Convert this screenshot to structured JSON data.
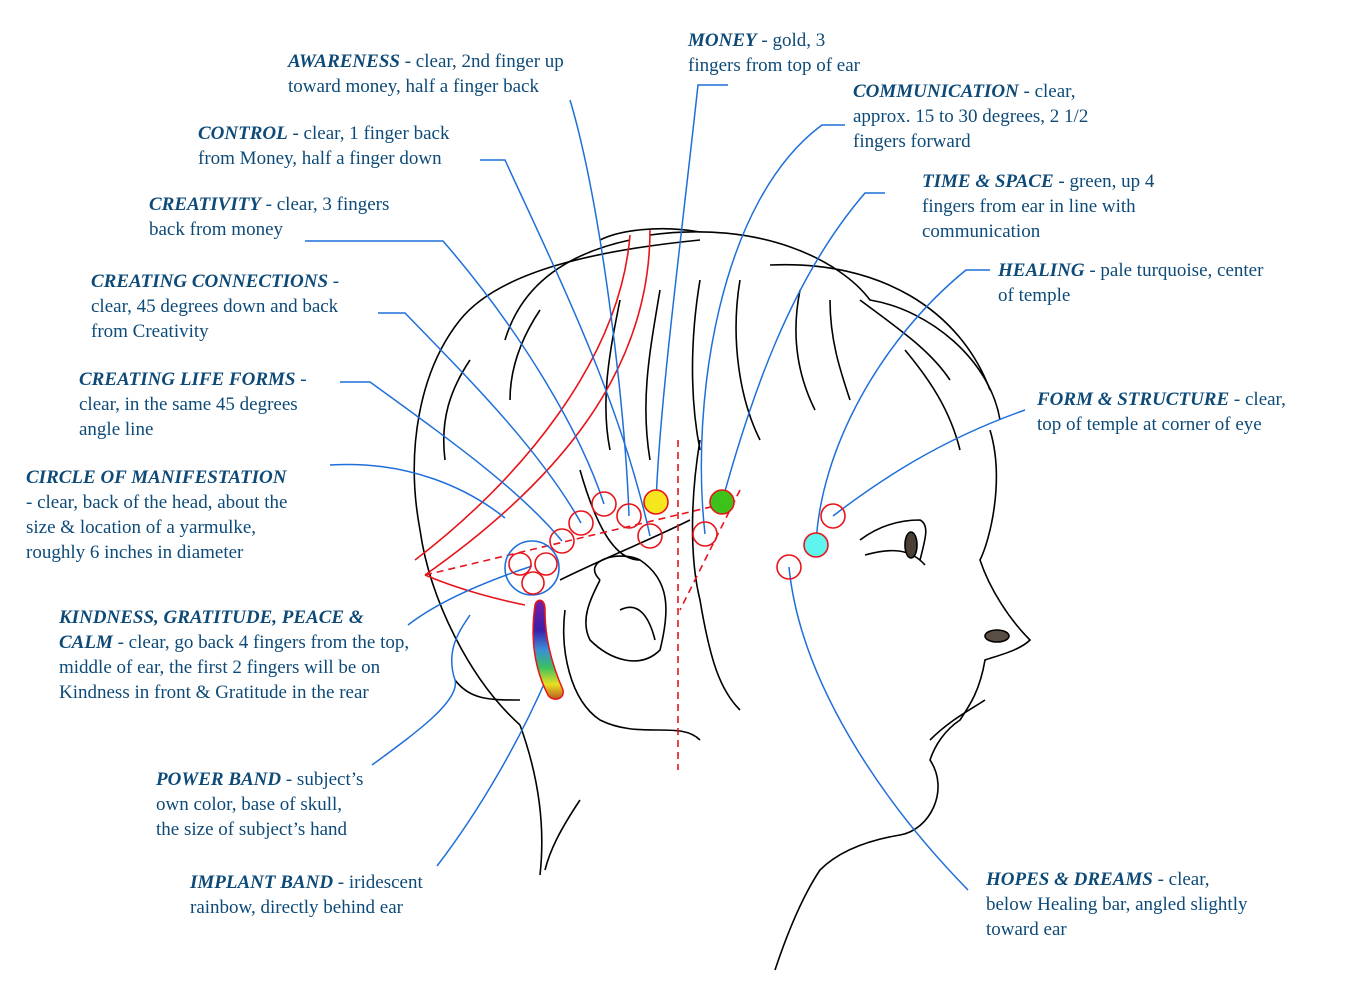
{
  "colors": {
    "text": "#0d4a78",
    "leader": "#1e6fd9",
    "marker": "#e8141b",
    "money": "#f6e61e",
    "time_space": "#3cc21a",
    "healing": "#5ff5ef"
  },
  "labels": {
    "awareness": {
      "title": "AWARENESS",
      "desc": " - clear, 2nd finger up\ntoward money, half a finger back"
    },
    "money": {
      "title": "MONEY",
      "desc": " - gold, 3\nfingers from top of ear"
    },
    "control": {
      "title": "CONTROL",
      "desc": " - clear, 1 finger back\nfrom Money, half a finger down"
    },
    "communication": {
      "title": "COMMUNICATION",
      "desc": " - clear,\napprox. 15 to 30 degrees, 2 1/2\nfingers forward"
    },
    "creativity": {
      "title": "CREATIVITY",
      "desc": " - clear, 3 fingers\nback from money"
    },
    "time_space": {
      "title": "TIME & SPACE",
      "desc": " - green, up 4\nfingers from ear in line with\ncommunication"
    },
    "healing": {
      "title": "HEALING",
      "desc": " - pale turquoise, center\nof temple"
    },
    "creating_connections": {
      "title": "CREATING CONNECTIONS",
      "desc": " -\nclear, 45 degrees down and back\nfrom Creativity"
    },
    "creating_life_forms": {
      "title": "CREATING LIFE FORMS",
      "desc": " -\nclear, in the same 45 degrees\nangle line"
    },
    "form_structure": {
      "title": "FORM & STRUCTURE",
      "desc": " - clear,\ntop of temple at corner of eye"
    },
    "circle_manifestation": {
      "title": "CIRCLE OF MANIFESTATION",
      "desc": "\n- clear, back of the head, about the\nsize & location of a yarmulke,\nroughly 6 inches in diameter"
    },
    "kindness": {
      "title": "KINDNESS, GRATITUDE, PEACE &\nCALM",
      "desc": " - clear, go back 4 fingers from the top,\nmiddle of ear, the first 2 fingers will be on\nKindness in front & Gratitude in the rear"
    },
    "power_band": {
      "title": "POWER BAND",
      "desc": " - subject’s\nown color, base of skull,\nthe size of subject’s hand"
    },
    "implant_band": {
      "title": "IMPLANT BAND",
      "desc": " - iridescent\nrainbow, directly behind ear"
    },
    "hopes_dreams": {
      "title": "HOPES & DREAMS",
      "desc": " - clear,\nbelow Healing bar, angled slightly\ntoward ear"
    }
  }
}
